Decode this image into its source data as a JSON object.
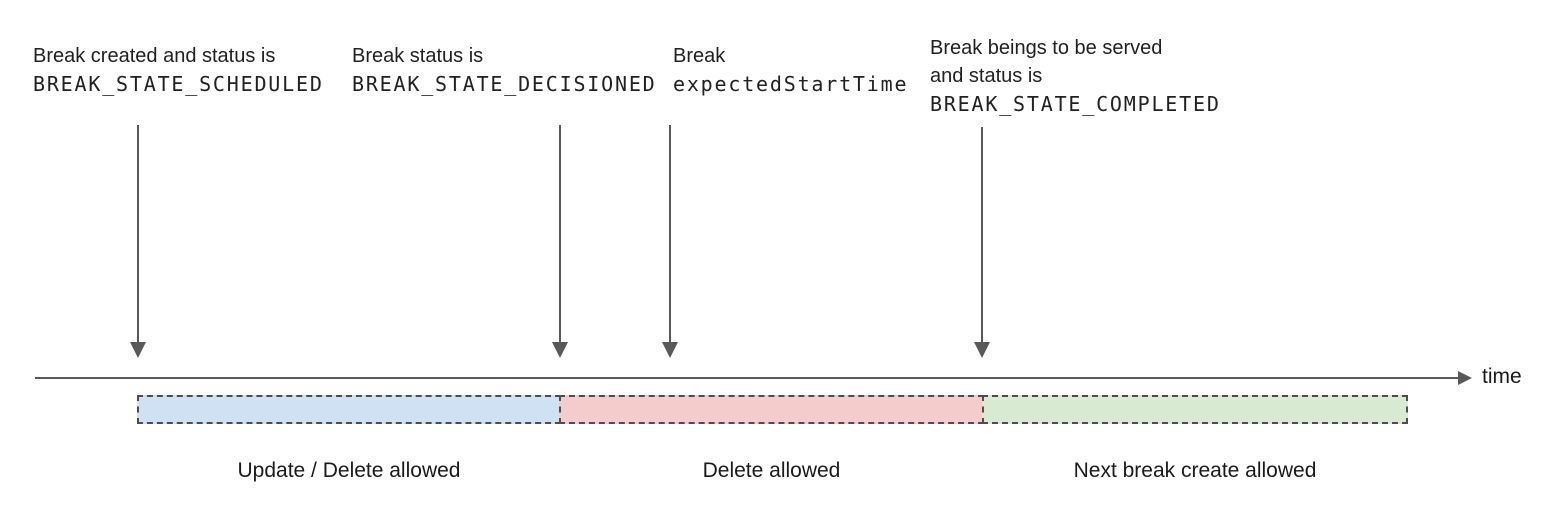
{
  "diagram_title": "break-lifecycle-timeline",
  "annotations": [
    {
      "line1": "Break created and status is",
      "line2": "BREAK_STATE_SCHEDULED"
    },
    {
      "line1": "Break status is",
      "line2": "BREAK_STATE_DECISIONED"
    },
    {
      "line1": "Break",
      "line2": "expectedStartTime"
    },
    {
      "line1": "Break beings to be served",
      "line2": "and status is",
      "line3": "BREAK_STATE_COMPLETED"
    }
  ],
  "timeline": {
    "axis_label": "time",
    "axis_color": "#595959",
    "arrow_color": "#595959"
  },
  "segments": [
    {
      "label": "Update / Delete allowed",
      "fill": "#cfe2f3",
      "border": "#4d4d4d"
    },
    {
      "label": "Delete allowed",
      "fill": "#f4cccc",
      "border": "#4d4d4d"
    },
    {
      "label": "Next break create allowed",
      "fill": "#d9ead3",
      "border": "#4d4d4d"
    }
  ]
}
